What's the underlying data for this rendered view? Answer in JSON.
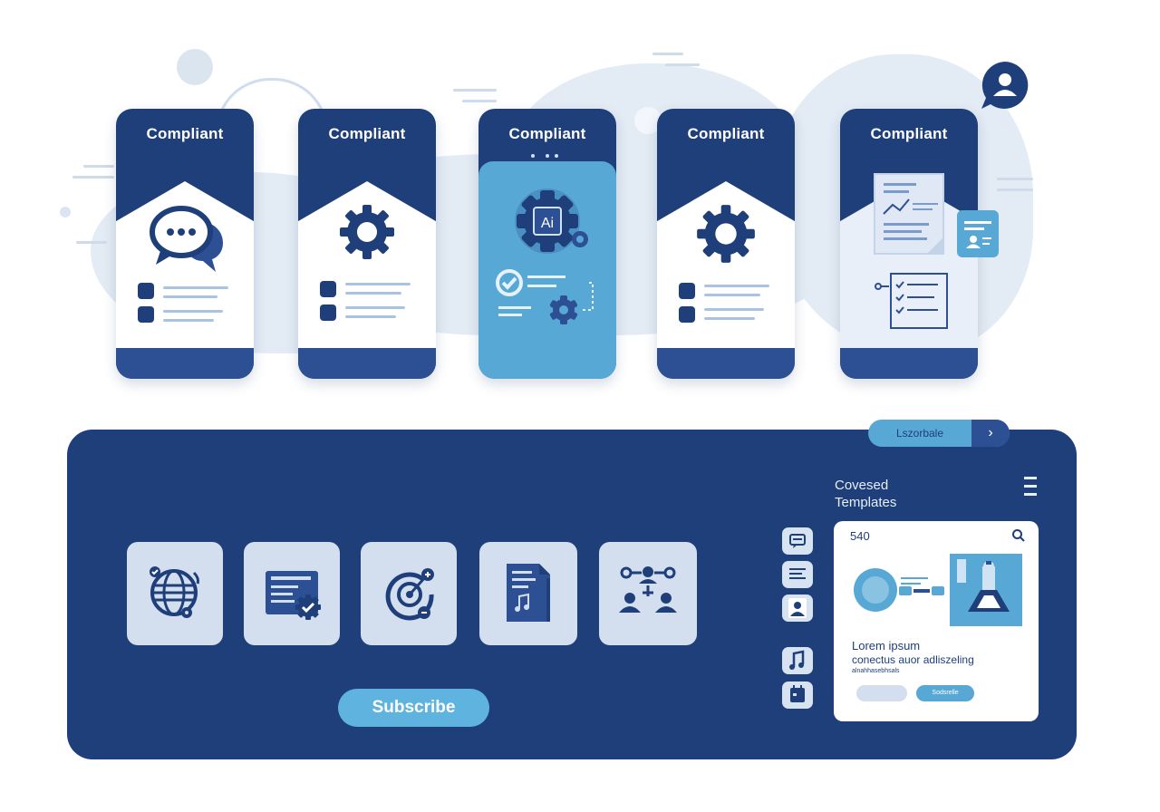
{
  "colors": {
    "navy": "#1f3f7a",
    "navy_light": "#2d4f93",
    "sky": "#58a8d6",
    "tile": "#d3dfee",
    "background_blob": "#e3ebf4"
  },
  "top_cards": [
    {
      "title": "Compliant",
      "icon": "chat-bubbles-icon"
    },
    {
      "title": "Compliant",
      "icon": "gear-icon"
    },
    {
      "title": "Compliant",
      "icon": "ai-chip-icon",
      "chip_label": "Ai"
    },
    {
      "title": "Compliant",
      "icon": "gear-icon"
    },
    {
      "title": "Compliant",
      "icon": "document-chart-icon"
    }
  ],
  "profile_badge": {
    "icon": "user-chat-icon"
  },
  "toolbar_pill": {
    "label": "Lszorbale",
    "arrow": "›"
  },
  "tiles": [
    {
      "icon": "globe-icon"
    },
    {
      "icon": "checklist-monitor-icon"
    },
    {
      "icon": "target-icon"
    },
    {
      "icon": "music-document-icon"
    },
    {
      "icon": "team-network-icon"
    }
  ],
  "subscribe_button": {
    "label": "Subscribe"
  },
  "side_icons": [
    {
      "icon": "message-icon"
    },
    {
      "icon": "text-lines-icon"
    },
    {
      "icon": "user-icon"
    },
    {
      "icon": "music-note-icon"
    },
    {
      "icon": "calendar-icon"
    }
  ],
  "templates_section": {
    "title_line1": "Covesed",
    "title_line2": "Templates",
    "menu_icon": "hamburger-menu-icon"
  },
  "template_card": {
    "number": "540",
    "search_icon": "search-icon",
    "heading": "Lorem ipsum",
    "subheading": "conectus auor adliszeling",
    "caption": "alnahhasebhsals",
    "button_label": "Sodsrelle"
  }
}
